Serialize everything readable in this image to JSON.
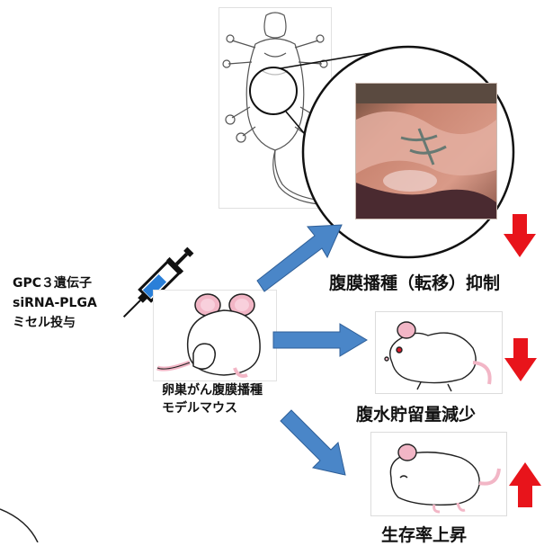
{
  "drug_label": {
    "line1": "GPC３遺伝子",
    "line2": "siRNA-PLGA",
    "line3": "ミセル投与"
  },
  "model_label": {
    "line1": "卵巣がん腹膜播種",
    "line2": "モデルマウス"
  },
  "outcomes": [
    {
      "label": "腹膜播種（転移）抑制",
      "trend": "down",
      "arrow_color": "#e8141b"
    },
    {
      "label": "腹水貯留量減少",
      "trend": "down",
      "arrow_color": "#e8141b"
    },
    {
      "label": "生存率上昇",
      "trend": "up",
      "arrow_color": "#e8141b"
    }
  ],
  "colors": {
    "flow_arrow": "#4a86c8",
    "result_arrow": "#e8141b",
    "mouse_ear": "#f2b6c6",
    "mouse_eye": "#d81b2c"
  }
}
